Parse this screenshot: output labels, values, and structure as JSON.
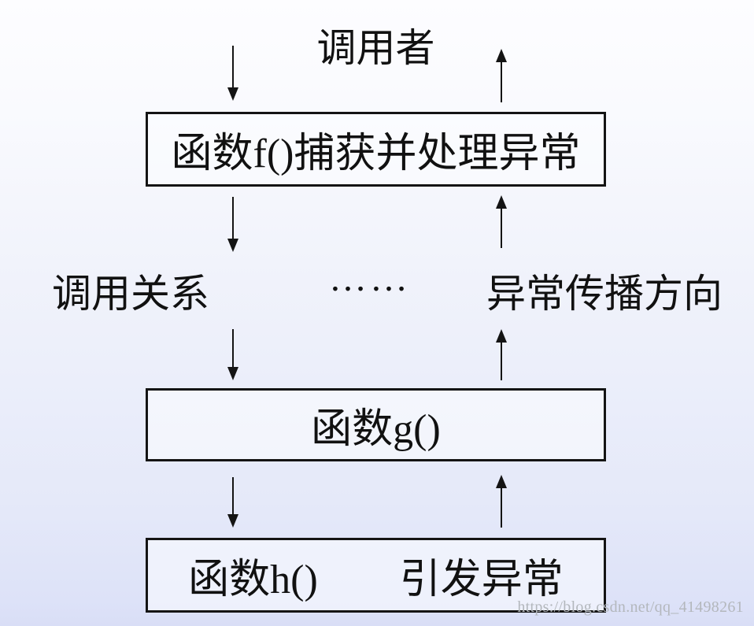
{
  "diagram": {
    "title": "调用者",
    "boxes": {
      "f": {
        "label": "函数f()捕获并处理异常"
      },
      "g": {
        "label": "函数g()"
      },
      "h": {
        "label": "函数h()　　引发异常"
      }
    },
    "labels": {
      "call_relation": "调用关系",
      "dots": "……",
      "propagation": "异常传播方向"
    },
    "arrows": {
      "left_column_meaning": "调用关系 (call direction, downward)",
      "right_column_meaning": "异常传播方向 (exception propagation, upward)",
      "down_count": 4,
      "up_count": 4
    },
    "watermark": "https://blog.csdn.net/qq_41498261",
    "colors": {
      "line": "#141414",
      "text": "#111111",
      "watermark_gray": "#b3b7bc",
      "background_top": "#fdfdff",
      "background_bottom": "#d9def6"
    }
  }
}
